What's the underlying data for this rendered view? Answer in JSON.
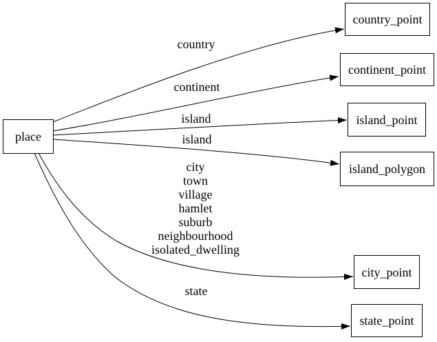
{
  "diagram": {
    "type": "directed-graph",
    "background_color": "#ffffff",
    "line_color": "#000000",
    "text_color": "#000000",
    "nodes": [
      {
        "id": "place",
        "label": "place"
      },
      {
        "id": "country_point",
        "label": "country_point"
      },
      {
        "id": "continent_point",
        "label": "continent_point"
      },
      {
        "id": "island_point",
        "label": "island_point"
      },
      {
        "id": "island_polygon",
        "label": "island_polygon"
      },
      {
        "id": "city_point",
        "label": "city_point"
      },
      {
        "id": "state_point",
        "label": "state_point"
      }
    ],
    "edges": [
      {
        "from": "place",
        "to": "country_point",
        "label": "country"
      },
      {
        "from": "place",
        "to": "continent_point",
        "label": "continent"
      },
      {
        "from": "place",
        "to": "island_point",
        "label": "island"
      },
      {
        "from": "place",
        "to": "island_polygon",
        "label": "island"
      },
      {
        "from": "place",
        "to": "city_point",
        "label": "city\ntown\nvillage\nhamlet\nsuburb\nneighbourhood\nisolated_dwelling"
      },
      {
        "from": "place",
        "to": "state_point",
        "label": "state"
      }
    ]
  }
}
